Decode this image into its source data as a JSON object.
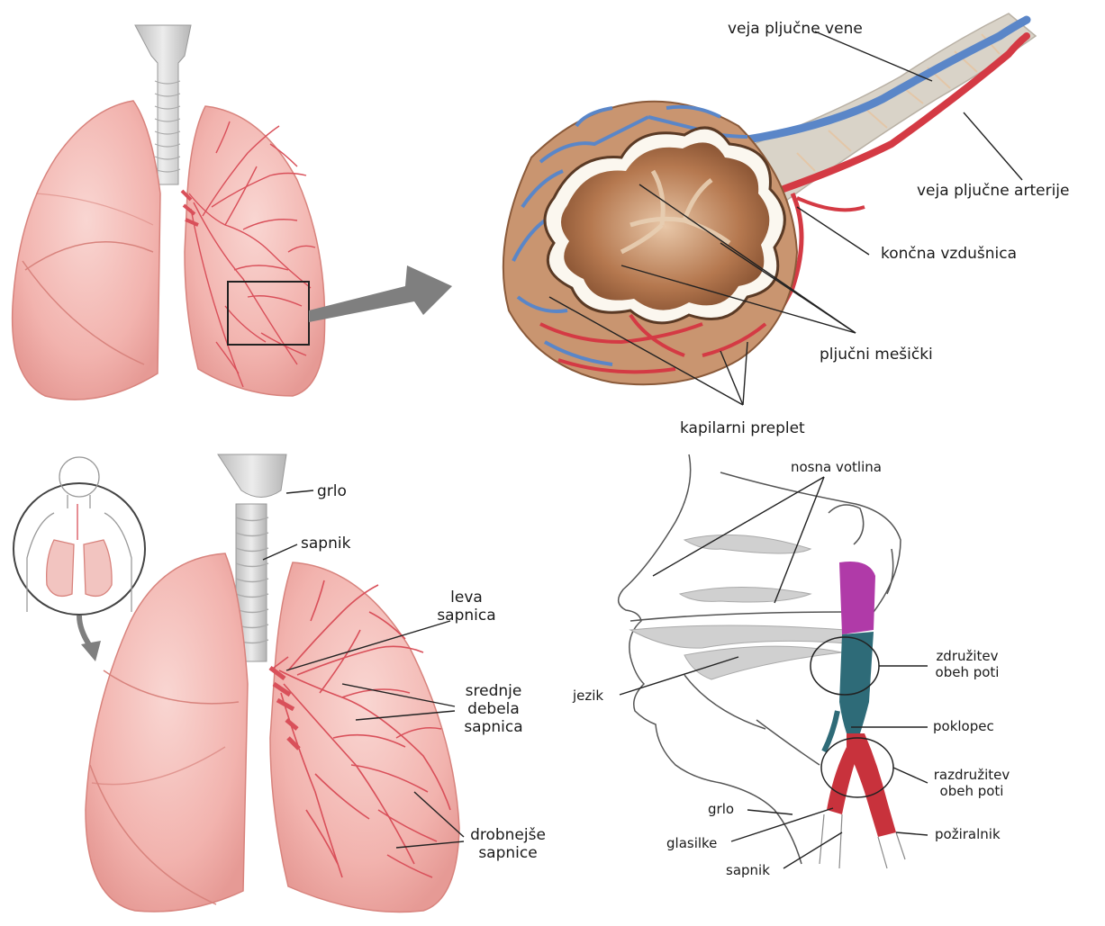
{
  "panels": {
    "alveolus": {
      "labels": {
        "pulmonary_vein_branch": "veja pljučne vene",
        "pulmonary_artery_branch": "veja pljučne arterije",
        "terminal_bronchiole": "končna vzdušnica",
        "alveoli": "pljučni mešički",
        "capillary_network": "kapilarni preplet"
      }
    },
    "airway_tree": {
      "labels": {
        "larynx": "grlo",
        "trachea": "sapnik",
        "left_bronchus_1": "leva",
        "left_bronchus_2": "sapnica",
        "medium_bronchus_1": "srednje",
        "medium_bronchus_2": "debela",
        "medium_bronchus_3": "sapnica",
        "small_bronchi_1": "drobnejše",
        "small_bronchi_2": "sapnice"
      }
    },
    "head_section": {
      "labels": {
        "nasal_cavity": "nosna votlina",
        "tongue": "jezik",
        "joining_1": "združitev",
        "joining_2": "obeh poti",
        "epiglottis": "poklopec",
        "separation_1": "razdružitev",
        "separation_2": "obeh poti",
        "pharynx": "grlo",
        "vocal_cords": "glasilke",
        "trachea": "sapnik",
        "esophagus": "požiralnik"
      }
    }
  },
  "colors": {
    "lung_fill": "#f2b8b4",
    "lung_stroke": "#d8837d",
    "bronchi": "#d9505a",
    "trachea": "#d9d9d9",
    "vein": "#5a86c8",
    "artery": "#d43a44",
    "alveolus": "#a86a45",
    "pharynx_purple": "#b03aa8",
    "airway_teal": "#2e6b78",
    "esophagus_red": "#c8323c",
    "arrow_gray": "#808080"
  }
}
